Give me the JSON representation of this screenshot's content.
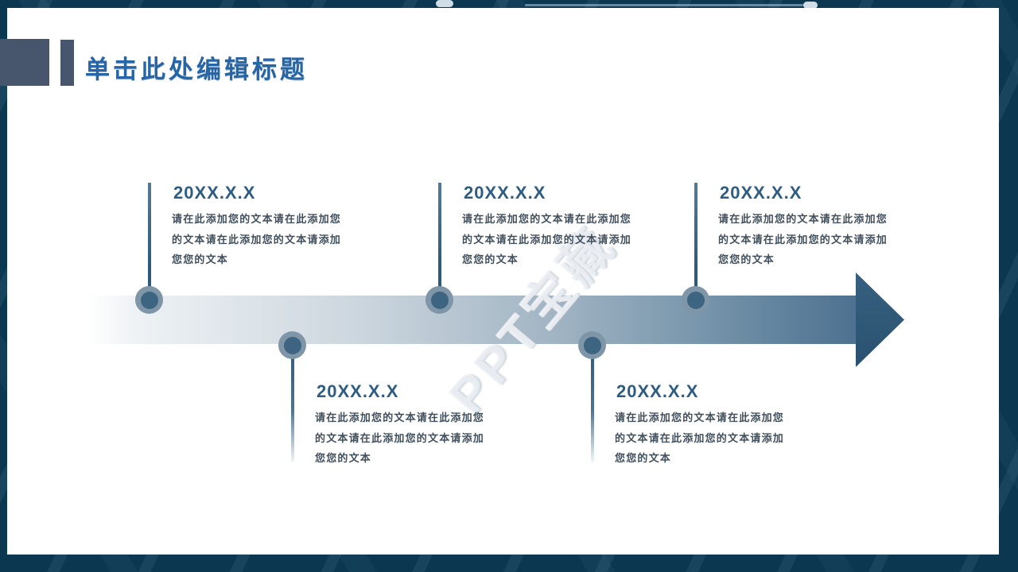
{
  "slide": {
    "title": "单击此处编辑标题",
    "watermark": "PPT宝藏",
    "colors": {
      "frame_navy": "#0b3750",
      "accent_slate": "#47566d",
      "title_blue": "#2766a6",
      "date_blue": "#2e5d84",
      "body_text": "#41505d",
      "arrow_head": "#2d5573",
      "connector": "#2e5a7a"
    },
    "timeline": {
      "nodes": [
        {
          "date": "20XX.X.X",
          "text": "请在此添加您的文本请在此添加您的文本请在此添加您的文本请添加您您的文本",
          "position": "top"
        },
        {
          "date": "20XX.X.X",
          "text": "请在此添加您的文本请在此添加您的文本请在此添加您的文本请添加您您的文本",
          "position": "bottom"
        },
        {
          "date": "20XX.X.X",
          "text": "请在此添加您的文本请在此添加您的文本请在此添加您的文本请添加您您的文本",
          "position": "top"
        },
        {
          "date": "20XX.X.X",
          "text": "请在此添加您的文本请在此添加您的文本请在此添加您的文本请添加您您的文本",
          "position": "bottom"
        },
        {
          "date": "20XX.X.X",
          "text": "请在此添加您的文本请在此添加您的文本请在此添加您的文本请添加您您的文本",
          "position": "top"
        }
      ]
    }
  }
}
